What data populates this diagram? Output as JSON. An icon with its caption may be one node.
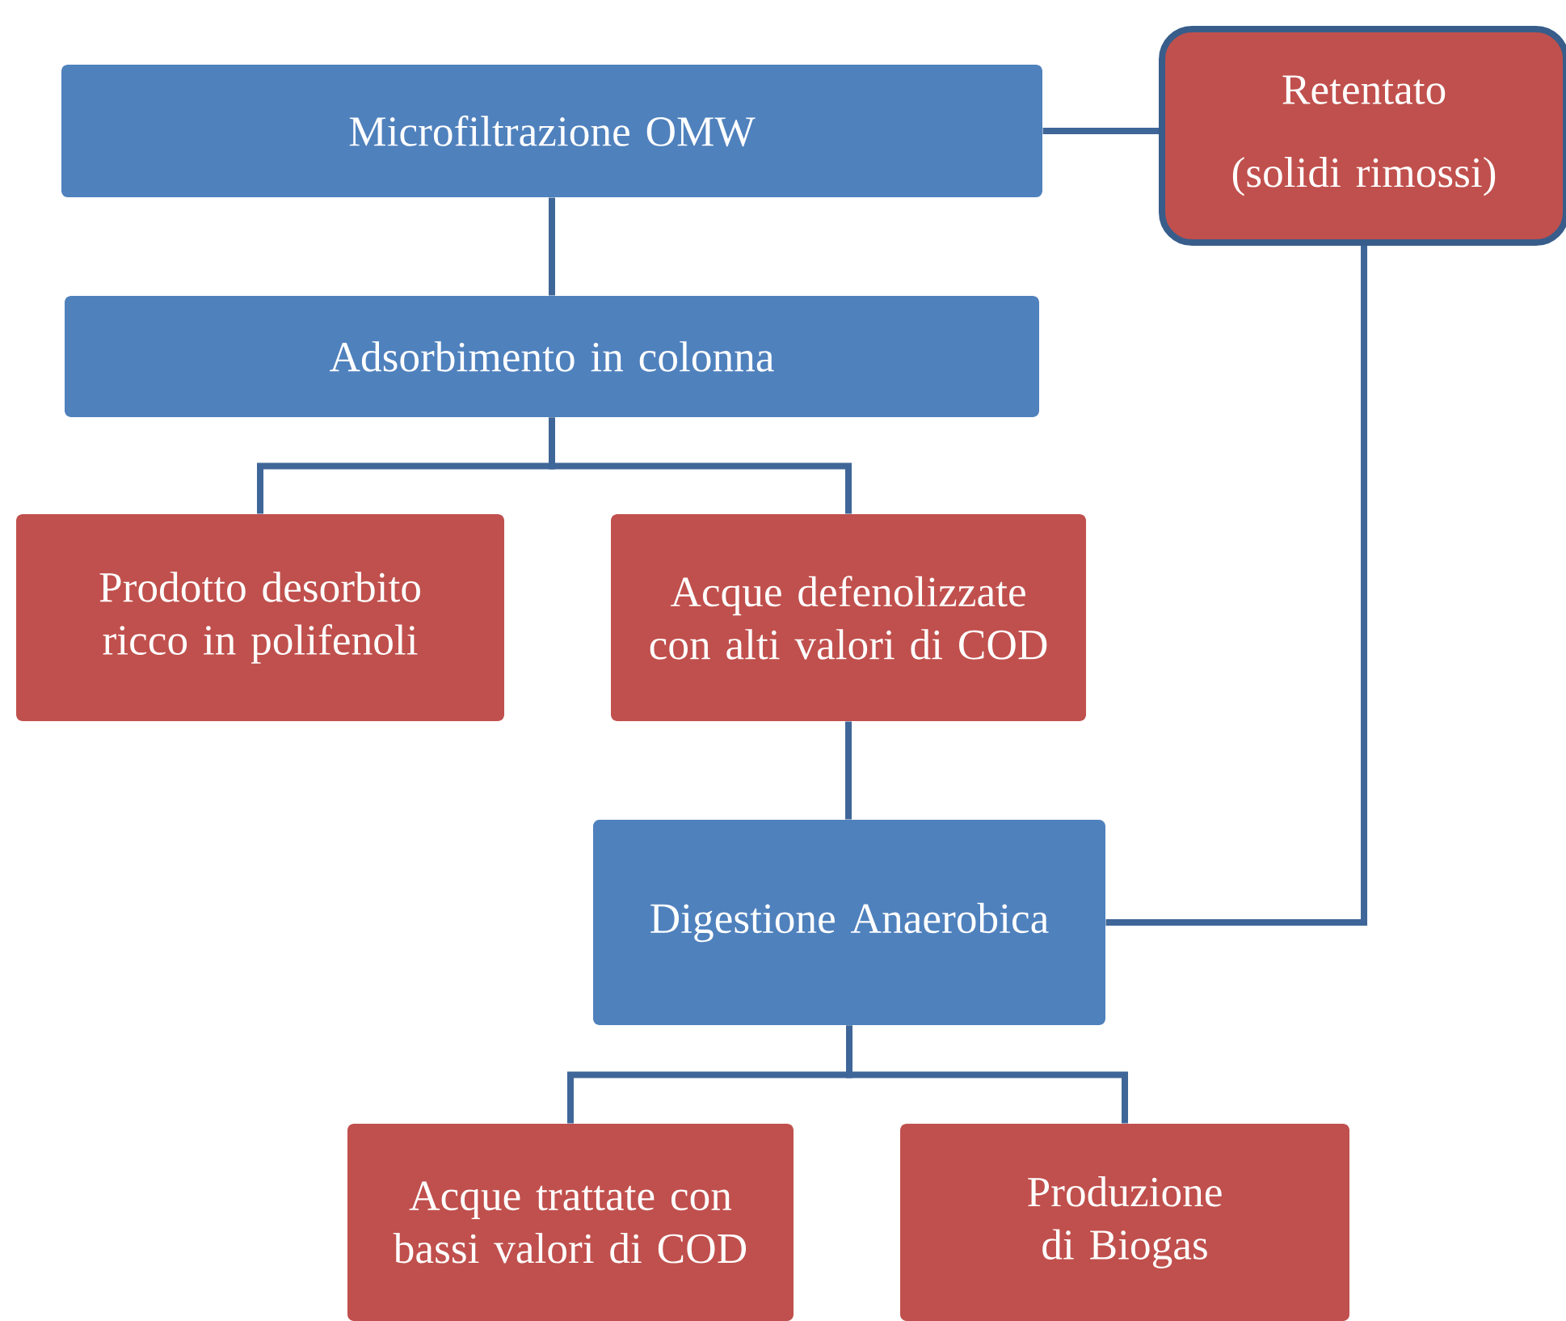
{
  "diagram": {
    "nodes": [
      {
        "text": [
          "Microfiltrazione OMW"
        ]
      },
      {
        "text": [
          "Retentato",
          "(solidi rimossi)"
        ]
      },
      {
        "text": [
          "Adsorbimento in colonna"
        ]
      },
      {
        "text": [
          "Prodotto desorbito ricco in polifenoli"
        ]
      },
      {
        "text": [
          "Acque defenolizzate con alti valori di COD"
        ]
      },
      {
        "text": [
          "Digestione Anaerobica"
        ]
      },
      {
        "text": [
          "Acque trattate con bassi valori di COD"
        ]
      },
      {
        "text": [
          "Produzione di Biogas"
        ]
      }
    ],
    "edges": [
      {
        "from": 0,
        "to": 1,
        "arrow": "none"
      },
      {
        "from": 0,
        "to": 2,
        "arrow": "none"
      },
      {
        "from": 2,
        "to": 3,
        "arrow": "none"
      },
      {
        "from": 2,
        "to": 4,
        "arrow": "none"
      },
      {
        "from": 4,
        "to": 5,
        "arrow": "none"
      },
      {
        "from": 1,
        "to": 5,
        "arrow": "none"
      },
      {
        "from": 5,
        "to": 6,
        "arrow": "none"
      },
      {
        "from": 5,
        "to": 7,
        "arrow": "none"
      }
    ]
  }
}
